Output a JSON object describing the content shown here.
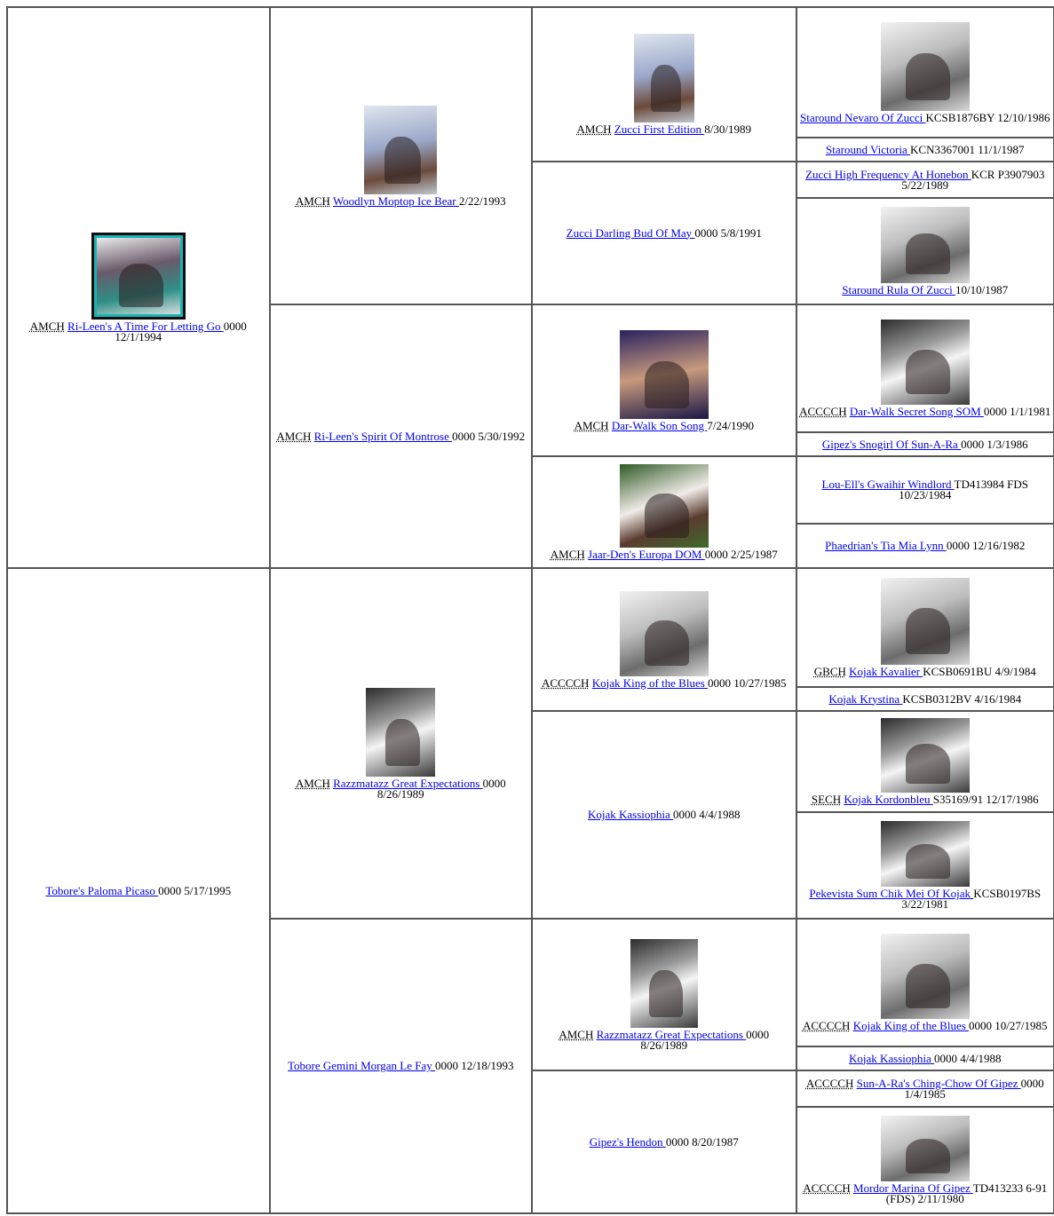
{
  "dogs": {
    "p": {
      "title": "AMCH",
      "name": "Ri-Leen's A Time For Letting Go ",
      "info": "0000 12/1/1994",
      "photo": "dog-photo"
    },
    "s": {
      "title": "AMCH",
      "name": "Woodlyn Moptop Ice Bear ",
      "info": "2/22/1993",
      "photo": "show-photo"
    },
    "ss": {
      "title": "AMCH",
      "name": "Zucci First Edition ",
      "info": "8/30/1989",
      "photo": "dog-photo"
    },
    "sss": {
      "name": "Staround Nevaro Of Zucci ",
      "info": "KCSB1876BY 12/10/1986",
      "photo": "dog-photo"
    },
    "ssd": {
      "name": "Staround Victoria ",
      "info": "KCN3367001 11/1/1987"
    },
    "sd": {
      "name": "Zucci Darling Bud Of May ",
      "info": "0000 5/8/1991"
    },
    "sds": {
      "name": "Zucci High Frequency At Honebon ",
      "info": "KCR P3907903 5/22/1989"
    },
    "sdd": {
      "name": "Staround Rula Of Zucci ",
      "info": "10/10/1987",
      "photo": "dog-photo"
    },
    "d": {
      "title": "AMCH",
      "name": "Ri-Leen's Spirit Of Montrose ",
      "info": "0000 5/30/1992"
    },
    "ds": {
      "title": "AMCH",
      "name": "Dar-Walk Son Song ",
      "info": "7/24/1990",
      "photo": "dog-photo"
    },
    "dss": {
      "title": "ACCCCH",
      "name": "Dar-Walk Secret Song SOM ",
      "info": "0000 1/1/1981",
      "photo": "dog-photo"
    },
    "dsd": {
      "name": "Gipez's Snogirl Of Sun-A-Ra ",
      "info": "0000 1/3/1986"
    },
    "dd": {
      "title": "AMCH",
      "name": "Jaar-Den's Europa DOM ",
      "info": "0000 2/25/1987",
      "photo": "dog-photo"
    },
    "dds": {
      "name": "Lou-Ell's Gwaihir Windlord ",
      "info": "TD413984 FDS 10/23/1984"
    },
    "ddd": {
      "name": "Phaedrian's Tia Mia Lynn ",
      "info": "0000 12/16/1982"
    },
    "p2": {
      "name": "Tobore's Paloma Picaso ",
      "info": "0000 5/17/1995"
    },
    "t_s": {
      "title": "AMCH",
      "name": "Razzmatazz Great Expectations ",
      "info": "0000 8/26/1989",
      "photo": "dog-photo"
    },
    "t_ss": {
      "title": "ACCCCH",
      "name": "Kojak King of the Blues ",
      "info": "0000 10/27/1985",
      "photo": "dog-photo"
    },
    "t_sss": {
      "title": "GBCH",
      "name": "Kojak Kavalier ",
      "info": "KCSB0691BU 4/9/1984",
      "photo": "dog-photo"
    },
    "t_ssd": {
      "name": "Kojak Krystina ",
      "info": "KCSB0312BV 4/16/1984"
    },
    "t_sd": {
      "name": "Kojak Kassiophia ",
      "info": "0000 4/4/1988"
    },
    "t_sds": {
      "title": "SECH",
      "name": "Kojak Kordonbleu ",
      "info": "S35169/91 12/17/1986",
      "photo": "dog-photo"
    },
    "t_sdd": {
      "name": "Pekevista Sum Chik Mei Of Kojak ",
      "info": "KCSB0197BS 3/22/1981",
      "photo": "dog-photo"
    },
    "t_d": {
      "name": "Tobore Gemini Morgan Le Fay ",
      "info": "0000 12/18/1993"
    },
    "t_ds": {
      "title": "AMCH",
      "name": "Razzmatazz Great Expectations ",
      "info": "0000 8/26/1989",
      "photo": "dog-photo"
    },
    "t_dss": {
      "title": "ACCCCH",
      "name": "Kojak King of the Blues ",
      "info": "0000 10/27/1985",
      "photo": "dog-photo"
    },
    "t_dsd": {
      "name": "Kojak Kassiophia ",
      "info": "0000 4/4/1988"
    },
    "t_dd": {
      "name": "Gipez's Hendon ",
      "info": "0000 8/20/1987"
    },
    "t_dds": {
      "title": "ACCCCH",
      "name": "Sun-A-Ra's Ching-Chow Of Gipez ",
      "info": "0000 1/4/1985"
    },
    "t_ddd": {
      "title": "ACCCCH",
      "name": "Mordor Marina Of Gipez ",
      "info": "TD413233 6-91 (FDS) 2/11/1980",
      "photo": "dog-photo"
    }
  }
}
